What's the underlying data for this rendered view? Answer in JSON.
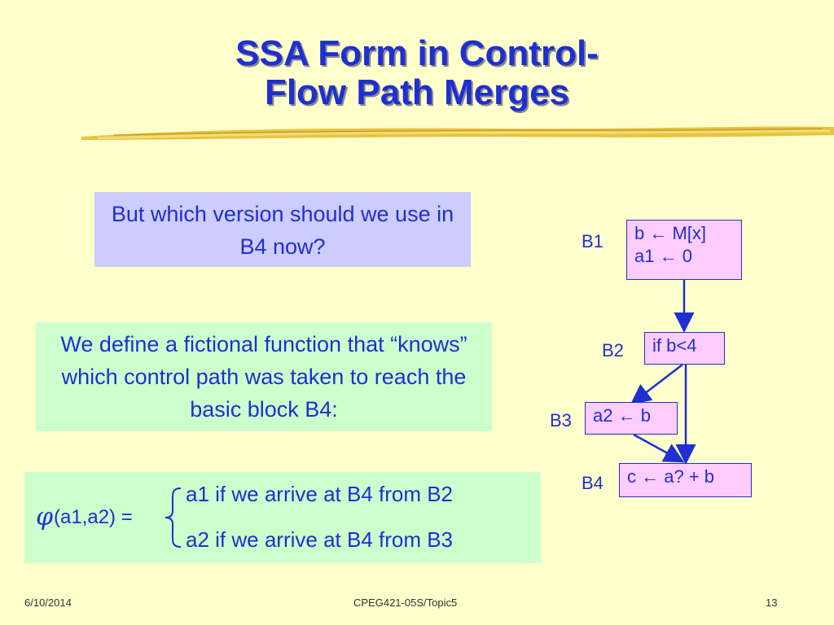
{
  "slide": {
    "title_line1": "SSA Form in Control-",
    "title_line2": "Flow Path Merges",
    "question": "But  which version should we use in B4 now?",
    "definition": "We define a fictional function that “knows” which control path was taken to reach the basic block B4:"
  },
  "formula": {
    "phi_symbol": "φ",
    "args": "(a1,a2) =",
    "case1": "a1 if  we arrive at B4 from B2",
    "case2": "a2 if  we arrive at B4 from B3"
  },
  "cfg": {
    "b1_label": "B1",
    "b1_line1": "b ← M[x]",
    "b1_line2": "a1 ← 0",
    "b2_label": "B2",
    "b2_code": "if b<4",
    "b3_label": "B3",
    "b3_code": "a2 ← b",
    "b4_label": "B4",
    "b4_code": "c ← a? + b"
  },
  "footer": {
    "date": "6/10/2014",
    "course": "CPEG421-05S/Topic5",
    "page": "13"
  },
  "colors": {
    "text_blue": "#1f2fd0",
    "background": "#ffffcc",
    "lavender_box": "#ccccff",
    "mint_box": "#ccffcc",
    "node_pink": "#ffccff",
    "brush_gold": "#e8c440"
  }
}
